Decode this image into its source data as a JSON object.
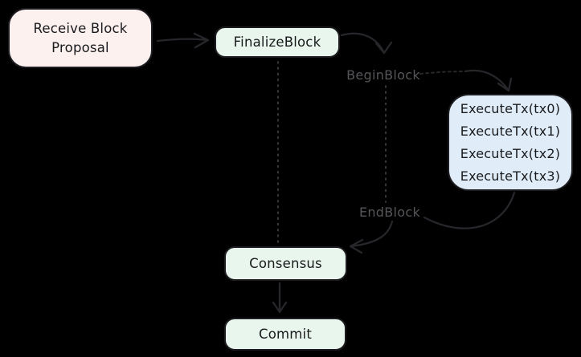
{
  "diagram": {
    "nodes": {
      "receive": {
        "label": "Receive Block\nProposal"
      },
      "finalize": {
        "label": "FinalizeBlock"
      },
      "execute": {
        "lines": [
          "ExecuteTx(tx0)",
          "ExecuteTx(tx1)",
          "ExecuteTx(tx2)",
          "ExecuteTx(tx3)"
        ]
      },
      "consensus": {
        "label": "Consensus"
      },
      "commit": {
        "label": "Commit"
      }
    },
    "labels": {
      "begin_block": "BeginBlock",
      "end_block": "EndBlock"
    }
  },
  "colors": {
    "background": "#000000",
    "node_fill_green": "#e8f6ed",
    "node_fill_pink": "#fdf1f0",
    "node_fill_blue": "#e0edf8",
    "node_border": "#1d1d21",
    "node_text": "#191a1d",
    "edge_stroke": "#26262b",
    "phase_label": "#56565a",
    "dotted_line": "#434347"
  }
}
